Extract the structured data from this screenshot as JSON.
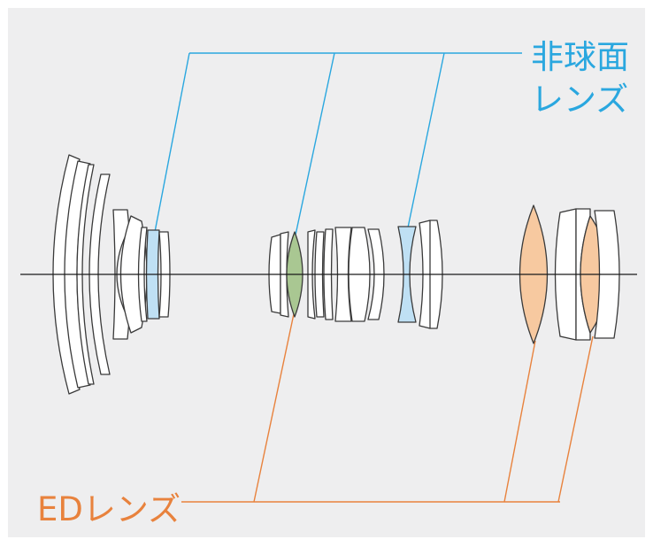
{
  "labels": {
    "aspheric_line1": "非球面",
    "aspheric_line2": "レンズ",
    "ed": "EDレンズ"
  },
  "colors": {
    "panel": "#eeeeef",
    "aspheric": "#2aa7df",
    "aspheric_fill": "#bfe0f4",
    "ed": "#e8823d",
    "ed_fill": "#f7c9a0",
    "ed_aspheric_fill": "#a9c792",
    "outline": "#3a3a3a",
    "axis": "#1a1a1a"
  }
}
